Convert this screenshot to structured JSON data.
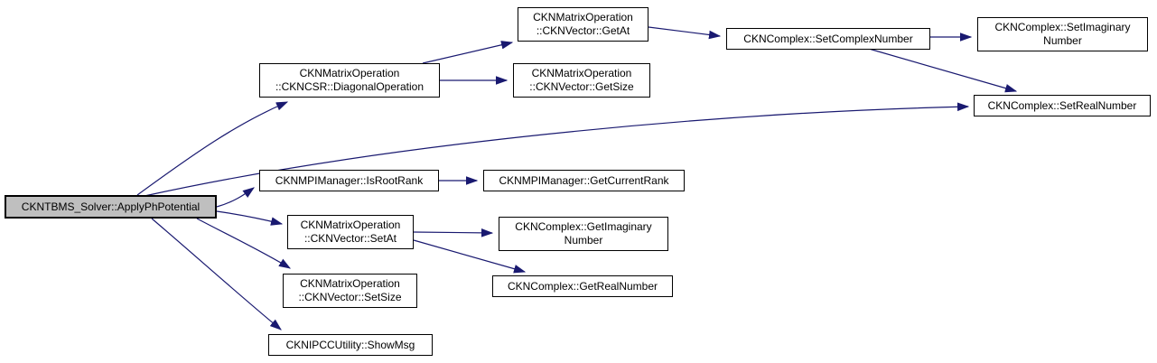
{
  "diagram": {
    "kind": "call-graph",
    "edge_color": "#191970",
    "node_border_color": "#000000",
    "node_fill_color": "#ffffff",
    "highlight_fill_color": "#bfbfbf",
    "background_color": "#ffffff"
  },
  "nodes": {
    "apply": {
      "lines": [
        "CKNTBMS_Solver::ApplyPhPotential"
      ],
      "highlighted": true
    },
    "diagonal": {
      "lines": [
        "CKNMatrixOperation",
        "::CKNCSR::DiagonalOperation"
      ]
    },
    "getat": {
      "lines": [
        "CKNMatrixOperation",
        "::CKNVector::GetAt"
      ]
    },
    "getsize": {
      "lines": [
        "CKNMatrixOperation",
        "::CKNVector::GetSize"
      ]
    },
    "setcomplex": {
      "lines": [
        "CKNComplex::SetComplexNumber"
      ]
    },
    "setimag": {
      "lines": [
        "CKNComplex::SetImaginary",
        "Number"
      ]
    },
    "setreal": {
      "lines": [
        "CKNComplex::SetRealNumber"
      ]
    },
    "isroot": {
      "lines": [
        "CKNMPIManager::IsRootRank"
      ]
    },
    "getcurrent": {
      "lines": [
        "CKNMPIManager::GetCurrentRank"
      ]
    },
    "setat": {
      "lines": [
        "CKNMatrixOperation",
        "::CKNVector::SetAt"
      ]
    },
    "getimag": {
      "lines": [
        "CKNComplex::GetImaginary",
        "Number"
      ]
    },
    "getreal": {
      "lines": [
        "CKNComplex::GetRealNumber"
      ]
    },
    "setsize": {
      "lines": [
        "CKNMatrixOperation",
        "::CKNVector::SetSize"
      ]
    },
    "showmsg": {
      "lines": [
        "CKNIPCCUtility::ShowMsg"
      ]
    }
  },
  "edges": [
    {
      "from": "apply",
      "to": "diagonal"
    },
    {
      "from": "apply",
      "to": "setreal"
    },
    {
      "from": "apply",
      "to": "isroot"
    },
    {
      "from": "apply",
      "to": "setat"
    },
    {
      "from": "apply",
      "to": "setsize"
    },
    {
      "from": "apply",
      "to": "showmsg"
    },
    {
      "from": "diagonal",
      "to": "getat"
    },
    {
      "from": "diagonal",
      "to": "getsize"
    },
    {
      "from": "getat",
      "to": "setcomplex"
    },
    {
      "from": "setcomplex",
      "to": "setimag"
    },
    {
      "from": "setcomplex",
      "to": "setreal"
    },
    {
      "from": "isroot",
      "to": "getcurrent"
    },
    {
      "from": "setat",
      "to": "getimag"
    },
    {
      "from": "setat",
      "to": "getreal"
    }
  ]
}
